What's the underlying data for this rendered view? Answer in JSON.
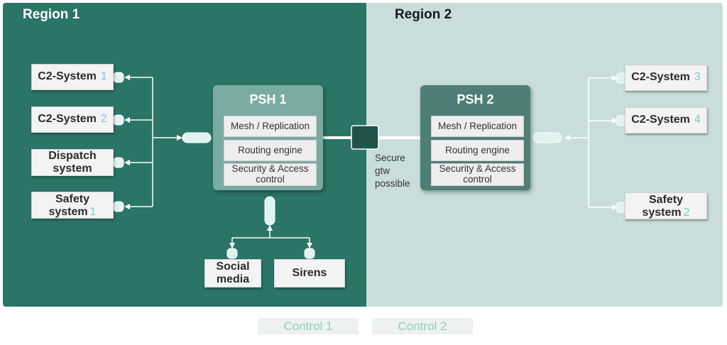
{
  "regions": {
    "region1": "Region 1",
    "region2": "Region 2"
  },
  "left_systems": [
    {
      "label": "C2-System",
      "num": "1"
    },
    {
      "label": "C2-System",
      "num": "2"
    },
    {
      "label": "Dispatch system",
      "num": ""
    },
    {
      "label": "Safety system",
      "num": "1"
    }
  ],
  "right_systems": [
    {
      "label": "C2-System",
      "num": "3"
    },
    {
      "label": "C2-System",
      "num": "4"
    },
    {
      "label": "Safety system",
      "num": "2"
    }
  ],
  "psh1": {
    "title": "PSH 1",
    "rows": [
      "Mesh / Replication",
      "Routing engine",
      "Security & Access control"
    ]
  },
  "psh2": {
    "title": "PSH 2",
    "rows": [
      "Mesh / Replication",
      "Routing engine",
      "Security & Access control"
    ]
  },
  "bottom_systems": [
    "Social media",
    "Sirens"
  ],
  "gateway_label": "Secure gtw possible",
  "controls": [
    "Control 1",
    "Control 2"
  ],
  "colors": {
    "region1_bg": "#2a7568",
    "region2_bg": "#c9dedb",
    "psh1_bg": "#7aaba2",
    "psh2_bg": "#4e7f76",
    "connector": "#ffffff",
    "gateway": "#1f5249",
    "number_accent": "#7fc9bd"
  }
}
